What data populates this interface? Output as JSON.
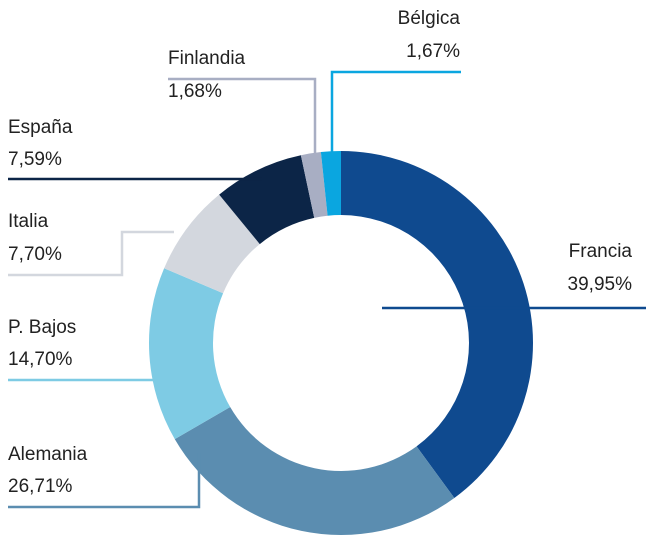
{
  "chart_data": {
    "type": "pie",
    "variant": "donut",
    "unit": "%",
    "slices": [
      {
        "name": "Francia",
        "value": 39.95,
        "label": "39,95%",
        "color": "#0f4a8f"
      },
      {
        "name": "Alemania",
        "value": 26.71,
        "label": "26,71%",
        "color": "#5b8db0"
      },
      {
        "name": "P. Bajos",
        "value": 14.7,
        "label": "14,70%",
        "color": "#7ecbe4"
      },
      {
        "name": "Italia",
        "value": 7.7,
        "label": "7,70%",
        "color": "#d3d7de"
      },
      {
        "name": "España",
        "value": 7.59,
        "label": "7,59%",
        "color": "#0c2547"
      },
      {
        "name": "Finlandia",
        "value": 1.68,
        "label": "1,68%",
        "color": "#a8aec3"
      },
      {
        "name": "Bélgica",
        "value": 1.67,
        "label": "1,67%",
        "color": "#0aa6e0"
      }
    ]
  }
}
